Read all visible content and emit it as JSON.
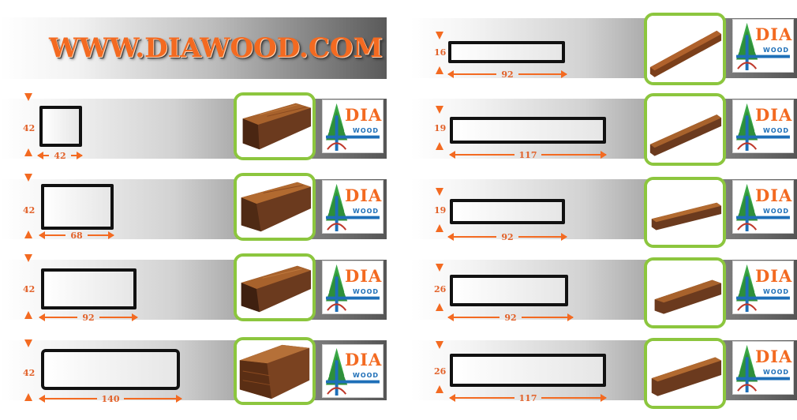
{
  "banner": {
    "text": "WWW.DIAWOOD.COM"
  },
  "logo": {
    "brand": "DIA",
    "sub": "WOOD"
  },
  "icons": {
    "logo": "tree-logo-icon",
    "plank": "timber-photo",
    "arrow": "arrow-icon"
  },
  "colors": {
    "accent": "#f36a21",
    "frame": "#8cc63e",
    "logo_blue": "#1e6fb8"
  },
  "profiles": [
    {
      "thickness": "42",
      "width": "42"
    },
    {
      "thickness": "42",
      "width": "68"
    },
    {
      "thickness": "42",
      "width": "92"
    },
    {
      "thickness": "42",
      "width": "140"
    },
    {
      "thickness": "16",
      "width": "92"
    },
    {
      "thickness": "19",
      "width": "117"
    },
    {
      "thickness": "19",
      "width": "92"
    },
    {
      "thickness": "26",
      "width": "92"
    },
    {
      "thickness": "26",
      "width": "117"
    }
  ]
}
